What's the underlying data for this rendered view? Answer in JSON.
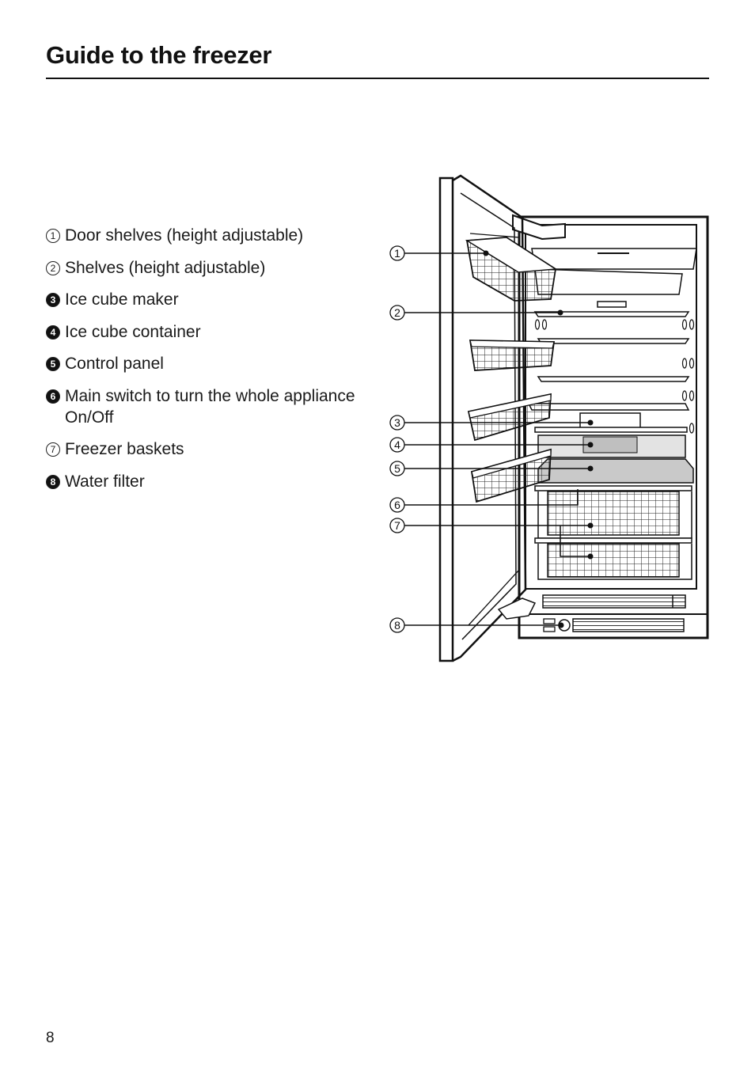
{
  "page": {
    "title": "Guide to the freezer",
    "page_number": "8"
  },
  "legend": [
    {
      "num": "1",
      "style": "outline",
      "text": "Door shelves (height adjustable)"
    },
    {
      "num": "2",
      "style": "outline",
      "text": "Shelves (height adjustable)"
    },
    {
      "num": "3",
      "style": "filled",
      "text": "Ice cube maker"
    },
    {
      "num": "4",
      "style": "filled",
      "text": "Ice cube container"
    },
    {
      "num": "5",
      "style": "filled",
      "text": "Control panel"
    },
    {
      "num": "6",
      "style": "filled",
      "text": "Main switch to turn the whole appliance On/Off"
    },
    {
      "num": "7",
      "style": "outline",
      "text": "Freezer baskets"
    },
    {
      "num": "8",
      "style": "filled",
      "text": "Water filter"
    }
  ],
  "callouts": [
    "1",
    "2",
    "3",
    "4",
    "5",
    "6",
    "7",
    "8"
  ]
}
